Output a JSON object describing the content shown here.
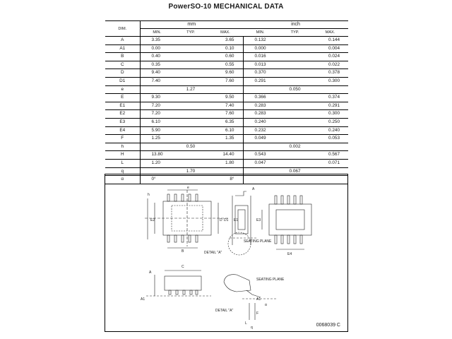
{
  "title": "PowerSO-10 MECHANICAL DATA",
  "table": {
    "dim_header": "DIM.",
    "unit_mm": "mm",
    "unit_inch": "inch",
    "sub_headers": [
      "MIN.",
      "TYP.",
      "MAX.",
      "MIN.",
      "TYP.",
      "MAX."
    ],
    "rows": [
      {
        "dim": "A",
        "mm_min": "3.35",
        "mm_typ": "",
        "mm_max": "3.65",
        "in_min": "0.132",
        "in_typ": "",
        "in_max": "0.144"
      },
      {
        "dim": "A1",
        "mm_min": "0.00",
        "mm_typ": "",
        "mm_max": "0.10",
        "in_min": "0.000",
        "in_typ": "",
        "in_max": "0.004"
      },
      {
        "dim": "B",
        "mm_min": "0.40",
        "mm_typ": "",
        "mm_max": "0.60",
        "in_min": "0.016",
        "in_typ": "",
        "in_max": "0.024"
      },
      {
        "dim": "C",
        "mm_min": "0.35",
        "mm_typ": "",
        "mm_max": "0.55",
        "in_min": "0.013",
        "in_typ": "",
        "in_max": "0.022"
      },
      {
        "dim": "D",
        "mm_min": "9.40",
        "mm_typ": "",
        "mm_max": "9.60",
        "in_min": "0.370",
        "in_typ": "",
        "in_max": "0.378"
      },
      {
        "dim": "D1",
        "mm_min": "7.40",
        "mm_typ": "",
        "mm_max": "7.60",
        "in_min": "0.291",
        "in_typ": "",
        "in_max": "0.300"
      },
      {
        "dim": "e",
        "mm_min": "",
        "mm_typ": "1.27",
        "mm_max": "",
        "in_min": "",
        "in_typ": "0.050",
        "in_max": ""
      },
      {
        "dim": "E",
        "mm_min": "9.30",
        "mm_typ": "",
        "mm_max": "9.50",
        "in_min": "0.366",
        "in_typ": "",
        "in_max": "0.374"
      },
      {
        "dim": "E1",
        "mm_min": "7.20",
        "mm_typ": "",
        "mm_max": "7.40",
        "in_min": "0.283",
        "in_typ": "",
        "in_max": "0.291"
      },
      {
        "dim": "E2",
        "mm_min": "7.20",
        "mm_typ": "",
        "mm_max": "7.60",
        "in_min": "0.283",
        "in_typ": "",
        "in_max": "0.300"
      },
      {
        "dim": "E3",
        "mm_min": "6.10",
        "mm_typ": "",
        "mm_max": "6.35",
        "in_min": "0.240",
        "in_typ": "",
        "in_max": "0.250"
      },
      {
        "dim": "E4",
        "mm_min": "5.90",
        "mm_typ": "",
        "mm_max": "6.10",
        "in_min": "0.232",
        "in_typ": "",
        "in_max": "0.240"
      },
      {
        "dim": "F",
        "mm_min": "1.25",
        "mm_typ": "",
        "mm_max": "1.35",
        "in_min": "0.049",
        "in_typ": "",
        "in_max": "0.053"
      },
      {
        "dim": "h",
        "mm_min": "",
        "mm_typ": "0.50",
        "mm_max": "",
        "in_min": "",
        "in_typ": "0.002",
        "in_max": ""
      },
      {
        "dim": "H",
        "mm_min": "13.80",
        "mm_typ": "",
        "mm_max": "14.40",
        "in_min": "0.543",
        "in_typ": "",
        "in_max": "0.567"
      },
      {
        "dim": "L",
        "mm_min": "1.20",
        "mm_typ": "",
        "mm_max": "1.80",
        "in_min": "0.047",
        "in_typ": "",
        "in_max": "0.071"
      },
      {
        "dim": "q",
        "mm_min": "",
        "mm_typ": "1.70",
        "mm_max": "",
        "in_min": "",
        "in_typ": "0.067",
        "in_max": ""
      },
      {
        "dim": "α",
        "mm_min": "0°",
        "mm_typ": "",
        "mm_max": "8°",
        "in_min": "",
        "in_typ": "",
        "in_max": ""
      }
    ]
  },
  "drawing": {
    "labels": {
      "detail_a": "DETAIL \"A\"",
      "seating_plane": "SEATING PLANE",
      "seating_plane_2": "SEATING PLANE",
      "detail_a_2": "DETAIL \"A\"",
      "dim_h": "h",
      "dim_a": "A",
      "dim_e": "e",
      "dim_b": "B",
      "dim_d": "D",
      "dim_d1": "D1",
      "dim_e1": "E1",
      "dim_e2": "E2",
      "dim_e3": "E3",
      "dim_e4": "E4",
      "dim_a1": "A1",
      "dim_c": "C",
      "dim_f": "F",
      "dim_l": "L",
      "dim_q": "q",
      "dim_alpha": "α"
    },
    "code": "0068039 C"
  }
}
